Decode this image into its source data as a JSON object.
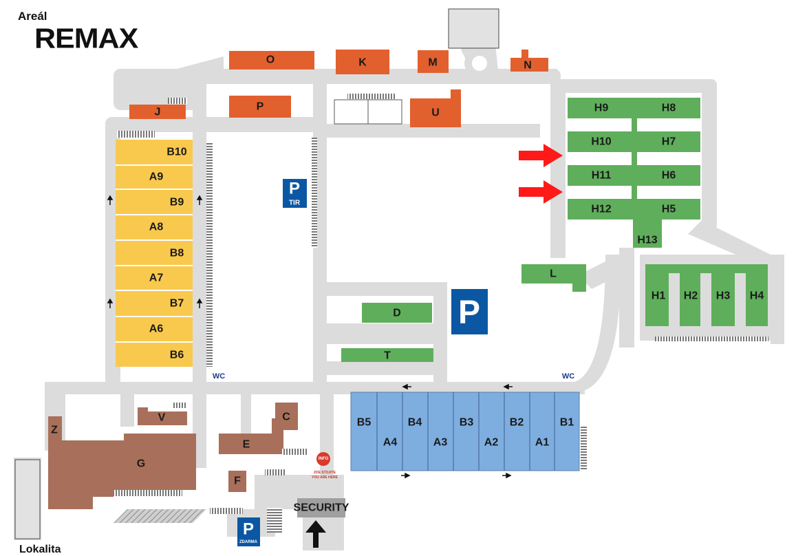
{
  "header": {
    "area_label": "Areál",
    "brand": "REMAX"
  },
  "footer": {
    "label": "Lokalita"
  },
  "colors": {
    "road": "#dcdcdc",
    "orange": "#e2602e",
    "yellow": "#f9c94e",
    "green": "#5fae5b",
    "blue": "#7eaee0",
    "brown": "#a8705a",
    "gray_building": "#e2e2e2",
    "parking": "#0b57a3",
    "arrow": "#ff1a1a"
  },
  "buildings": {
    "O": "O",
    "K": "K",
    "M": "M",
    "N": "N",
    "J": "J",
    "P": "P",
    "U": "U",
    "B10": "B10",
    "A9": "A9",
    "B9": "B9",
    "A8": "A8",
    "B8": "B8",
    "A7": "A7",
    "B7": "B7",
    "A6": "A6",
    "B6": "B6",
    "H9": "H9",
    "H8": "H8",
    "H10": "H10",
    "H7": "H7",
    "H11": "H11",
    "H6": "H6",
    "H12": "H12",
    "H5": "H5",
    "H13": "H13",
    "L": "L",
    "H1": "H1",
    "H2": "H2",
    "H3": "H3",
    "H4": "H4",
    "D": "D",
    "T": "T",
    "B5": "B5",
    "A4": "A4",
    "B4": "B4",
    "A3": "A3",
    "B3": "B3",
    "A2": "A2",
    "B2": "B2",
    "A1": "A1",
    "B1": "B1",
    "V": "V",
    "C": "C",
    "Z": "Z",
    "E": "E",
    "G": "G",
    "F": "F"
  },
  "labels": {
    "wc_left": "WC",
    "wc_right": "WC",
    "security": "SECURITY",
    "info": "INFO",
    "you_are_here_cz": "ZDE STOJITE",
    "you_are_here_en": "YOU ARE HERE"
  },
  "parking": {
    "tir_p": "P",
    "tir_label": "TIR",
    "main_p": "P",
    "free_p": "P",
    "free_label": "ZDARMA"
  }
}
